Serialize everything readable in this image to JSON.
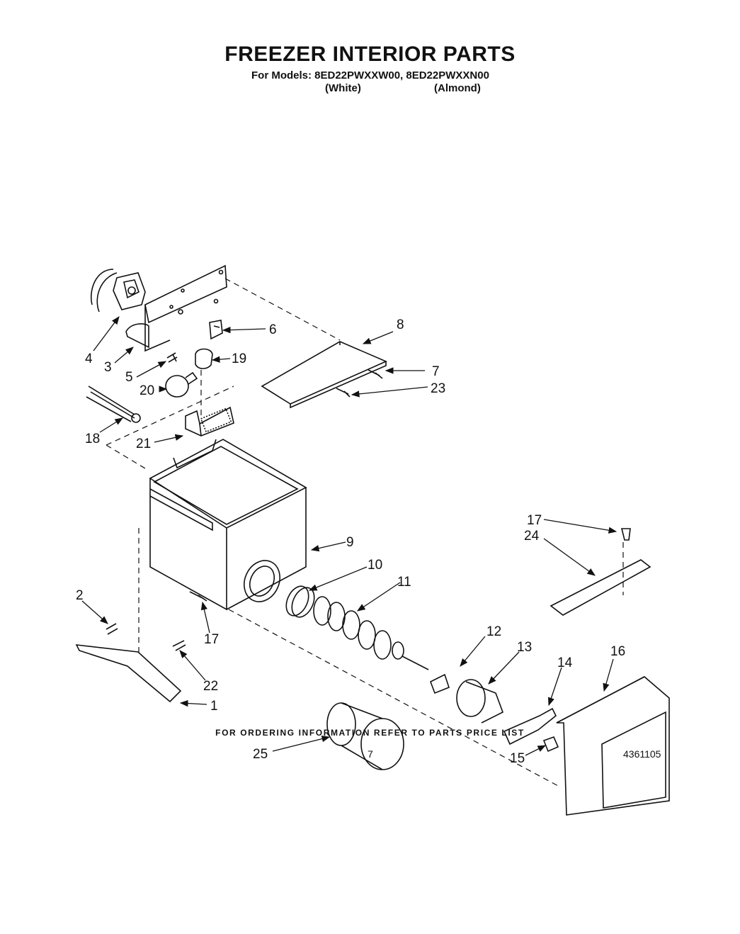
{
  "title": "FREEZER INTERIOR PARTS",
  "models_line": "For Models: 8ED22PWXXW00, 8ED22PWXXN00",
  "color_white": "(White)",
  "color_almond": "(Almond)",
  "callouts": [
    "1",
    "2",
    "3",
    "4",
    "5",
    "6",
    "7",
    "8",
    "9",
    "10",
    "11",
    "12",
    "13",
    "14",
    "15",
    "16",
    "17",
    "18",
    "19",
    "20",
    "21",
    "22",
    "23",
    "24",
    "25"
  ],
  "footer_note": "FOR ORDERING INFORMATION REFER TO PARTS PRICE LIST",
  "page_number": "7",
  "doc_number": "4361105"
}
